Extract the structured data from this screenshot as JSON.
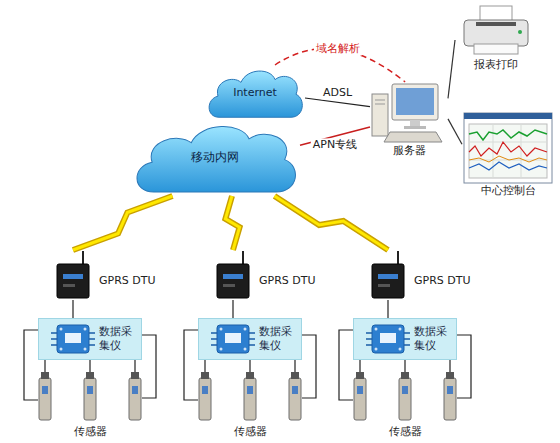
{
  "diagram": {
    "nodes": [
      {
        "text": [
          "Internet"
        ]
      },
      {
        "text": [
          "移动内网"
        ]
      },
      {
        "text": [
          "服务器"
        ]
      },
      {
        "text": [
          "报表打印"
        ]
      },
      {
        "text": [
          "中心控制台"
        ]
      },
      {
        "text": [
          "GPRS DTU"
        ]
      },
      {
        "text": [
          "数据采集仪"
        ]
      },
      {
        "text": [
          "传感器"
        ]
      },
      {
        "text": [
          "GPRS DTU"
        ]
      },
      {
        "text": [
          "数据采集仪"
        ]
      },
      {
        "text": [
          "传感器"
        ]
      },
      {
        "text": [
          "GPRS DTU"
        ]
      },
      {
        "text": [
          "数据采集仪"
        ]
      },
      {
        "text": [
          "传感器"
        ]
      }
    ],
    "edges": [
      {
        "from": 0,
        "to": 2,
        "label": "域名解析",
        "arrow": "none"
      },
      {
        "from": 0,
        "to": 2,
        "label": "ADSL",
        "arrow": "none"
      },
      {
        "from": 1,
        "to": 2,
        "label": "APN专线",
        "arrow": "none"
      },
      {
        "from": 2,
        "to": 3,
        "arrow": "none"
      },
      {
        "from": 2,
        "to": 4,
        "arrow": "none"
      },
      {
        "from": 1,
        "to": 5,
        "arrow": "none"
      },
      {
        "from": 1,
        "to": 8,
        "arrow": "none"
      },
      {
        "from": 1,
        "to": 11,
        "arrow": "none"
      },
      {
        "from": 5,
        "to": 6,
        "arrow": "none"
      },
      {
        "from": 6,
        "to": 7,
        "arrow": "none"
      },
      {
        "from": 8,
        "to": 9,
        "arrow": "none"
      },
      {
        "from": 9,
        "to": 10,
        "arrow": "none"
      },
      {
        "from": 11,
        "to": 12,
        "arrow": "none"
      },
      {
        "from": 12,
        "to": 13,
        "arrow": "none"
      }
    ]
  }
}
